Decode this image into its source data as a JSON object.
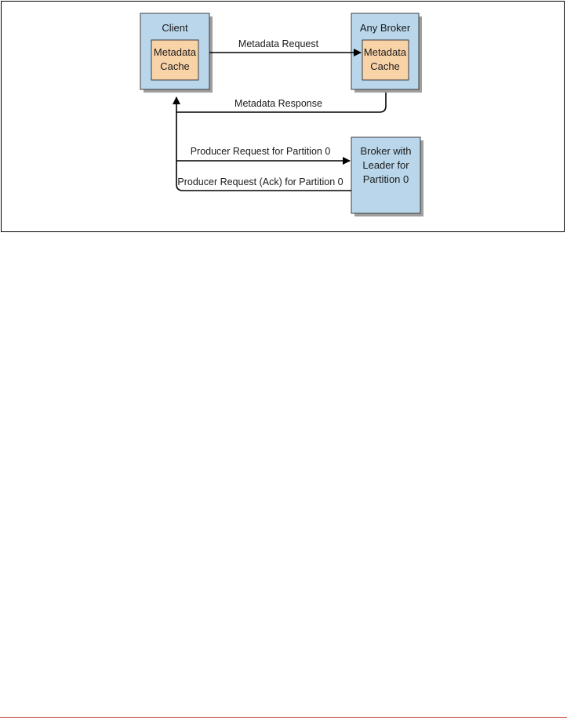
{
  "nodes": {
    "client": {
      "label": "Client",
      "cache_line1": "Metadata",
      "cache_line2": "Cache"
    },
    "any_broker": {
      "label": "Any Broker",
      "cache_line1": "Metadata",
      "cache_line2": "Cache"
    },
    "leader_broker": {
      "line1": "Broker with",
      "line2": "Leader for",
      "line3": "Partition 0"
    }
  },
  "edges": {
    "metadata_request": "Metadata Request",
    "metadata_response": "Metadata Response",
    "producer_request": "Producer Request for Partition 0",
    "producer_ack": "Producer Request (Ack) for Partition 0"
  },
  "colors": {
    "node_fill": "#b9d6ea",
    "node_stroke": "#3c3c3c",
    "cache_fill": "#f9d3a8",
    "edge": "#000000",
    "shadow": "#9e9e9e",
    "bottom_rule": "#c0392b"
  }
}
